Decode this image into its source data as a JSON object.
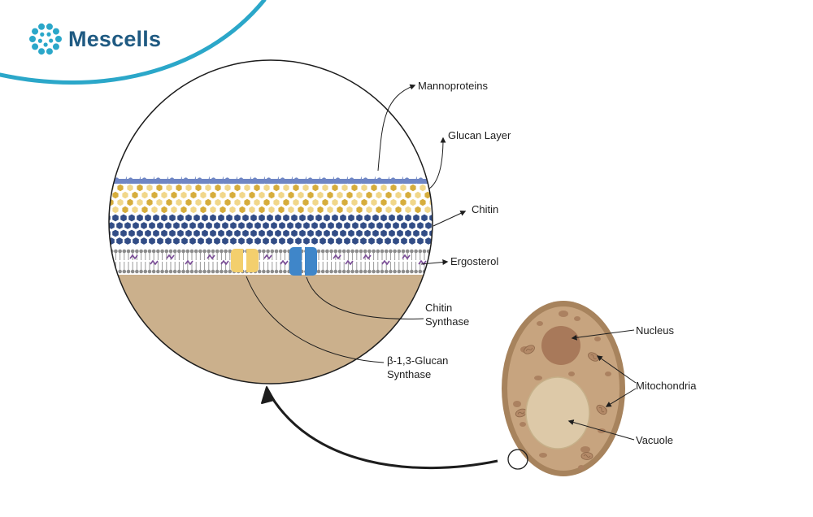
{
  "brand": {
    "name": "Mescells",
    "colors": {
      "primary": "#1f5a82",
      "accent": "#2ba7c9"
    }
  },
  "labels": {
    "mannoproteins": "Mannoproteins",
    "glucan_layer": "Glucan Layer",
    "chitin": "Chitin",
    "ergosterol": "Ergosterol",
    "chitin_synthase_1": "Chitin",
    "chitin_synthase_2": "Synthase",
    "glucan_synthase_1": "β-1,3-Glucan",
    "glucan_synthase_2": "Synthase",
    "nucleus": "Nucleus",
    "mitochondria": "Mitochondria",
    "vacuole": "Vacuole"
  },
  "colors": {
    "mannoprotein": "#6f86c4",
    "glucan_a": "#d6ad3c",
    "glucan_b": "#f1d78a",
    "chitin": "#324d86",
    "membrane": "#9a9a9a",
    "ergosterol": "#7a4c97",
    "glucan_synthase": "#f3cf6d",
    "chitin_synthase": "#3f86c9",
    "cytoplasm": "#cbb08c",
    "cell_body": "#c7a47f",
    "nucleus": "#a8795a",
    "vacuole": "#ddc9a8",
    "organelle": "#ab8160"
  }
}
